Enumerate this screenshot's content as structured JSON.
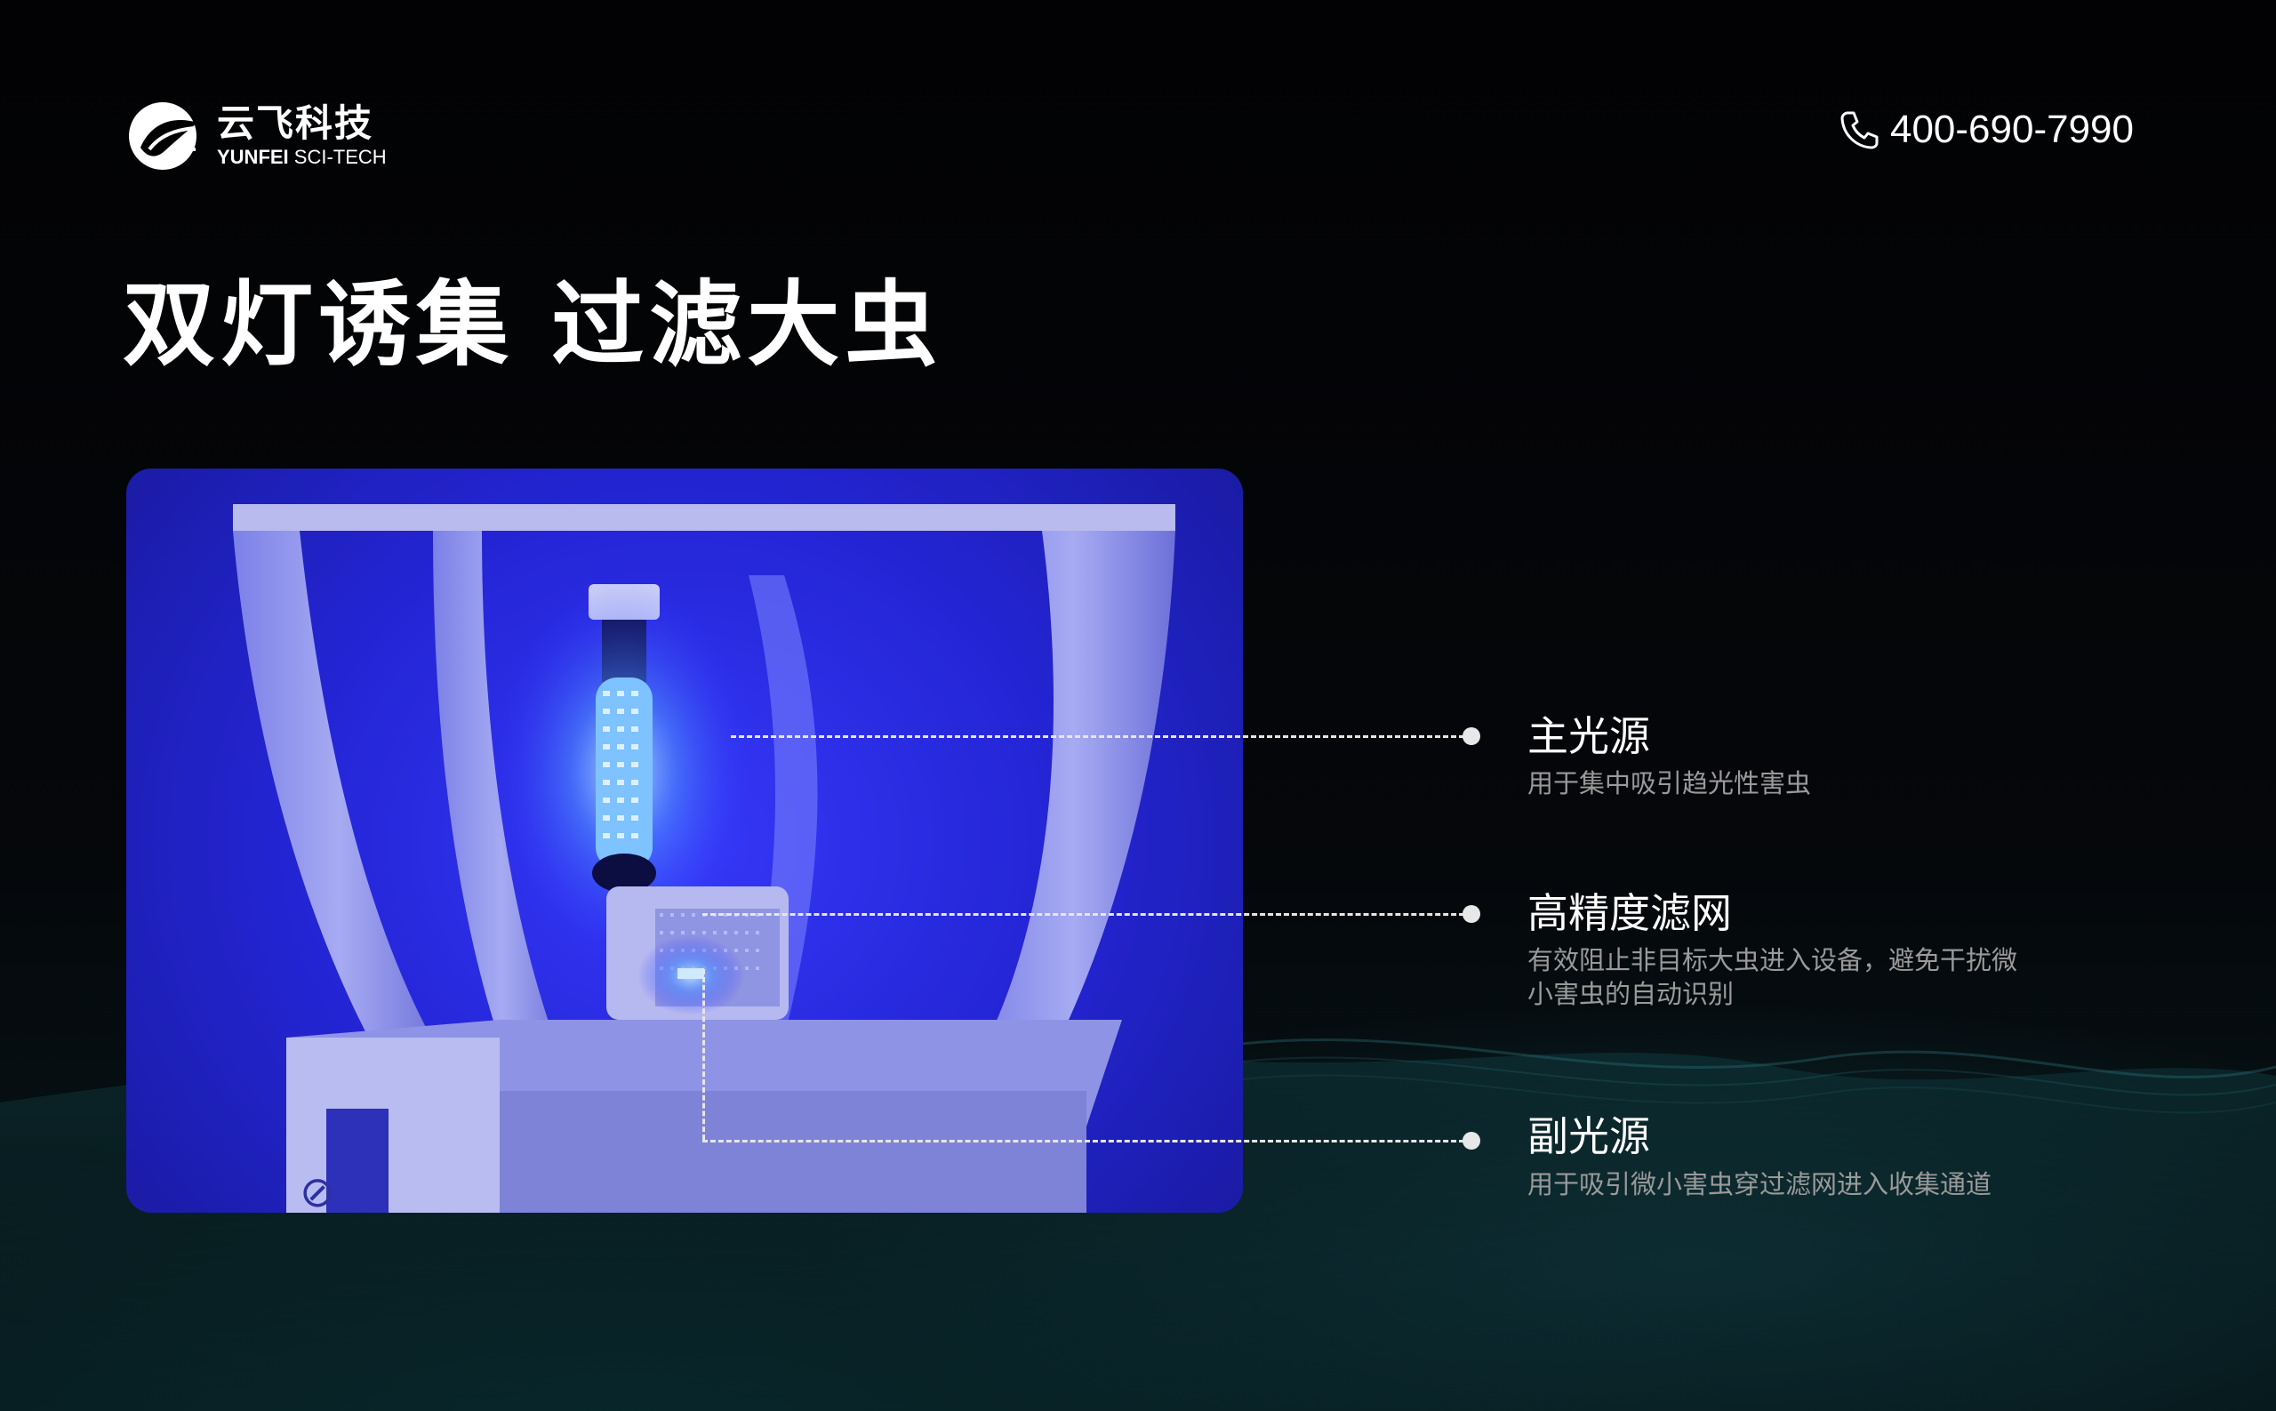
{
  "brand": {
    "name_cn": "云飞科技",
    "name_en_bold": "YUNFEI",
    "name_en_rest": " SCI-TECH",
    "icon": "yunfei-leaf-logo"
  },
  "contact": {
    "phone_icon": "phone-icon",
    "phone": "400-690-7990"
  },
  "page": {
    "title": "双灯诱集 过滤大虫"
  },
  "callouts": [
    {
      "title": "主光源",
      "desc": "用于集中吸引趋光性害虫"
    },
    {
      "title": "高精度滤网",
      "desc": "有效阻止非目标大虫进入设备，避免干扰微小害虫的自动识别"
    },
    {
      "title": "副光源",
      "desc": "用于吸引微小害虫穿过滤网进入收集通道"
    }
  ],
  "colors": {
    "background": "#000000",
    "photo_glow": "#2a2cff",
    "lamp": "#5fa8ff",
    "callout_line": "#e6e6e6",
    "desc_text": "#9a9a9a"
  }
}
